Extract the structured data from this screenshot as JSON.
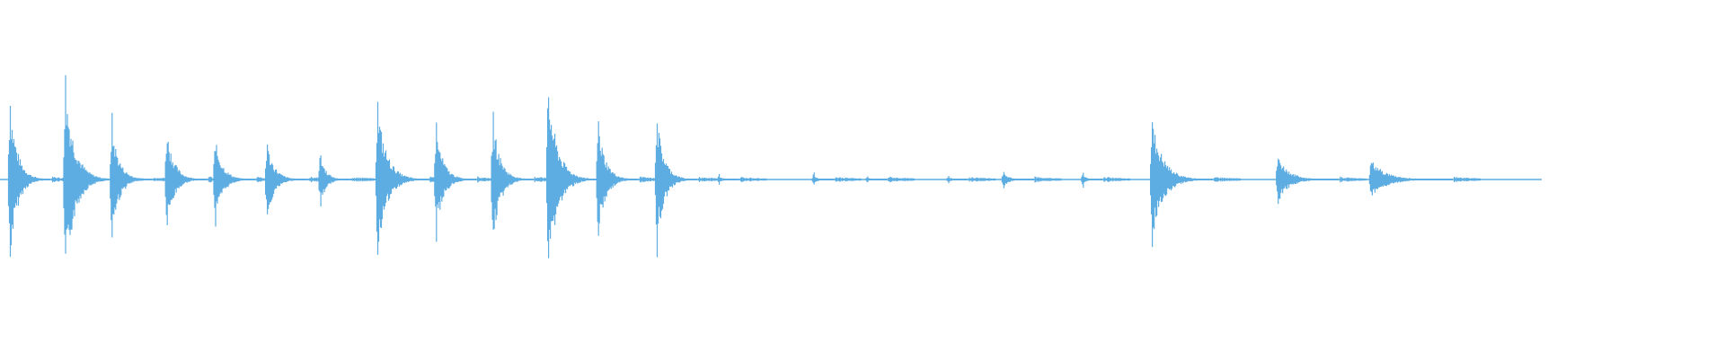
{
  "waveform": {
    "color": "#5dade2",
    "background": "#ffffff",
    "end_fraction": 0.894,
    "bursts": [
      {
        "t": 0.006,
        "peak": 0.81,
        "trough": 0.82,
        "dur": 0.004
      },
      {
        "t": 0.038,
        "peak": 0.95,
        "trough": 1.0,
        "dur": 0.005
      },
      {
        "t": 0.065,
        "peak": 0.56,
        "trough": 0.58,
        "dur": 0.004
      },
      {
        "t": 0.097,
        "peak": 0.5,
        "trough": 0.5,
        "dur": 0.004
      },
      {
        "t": 0.125,
        "peak": 0.41,
        "trough": 0.43,
        "dur": 0.004
      },
      {
        "t": 0.155,
        "peak": 0.37,
        "trough": 0.39,
        "dur": 0.004
      },
      {
        "t": 0.186,
        "peak": 0.27,
        "trough": 0.28,
        "dur": 0.003
      },
      {
        "t": 0.219,
        "peak": 0.72,
        "trough": 0.72,
        "dur": 0.005
      },
      {
        "t": 0.253,
        "peak": 0.52,
        "trough": 0.53,
        "dur": 0.004
      },
      {
        "t": 0.286,
        "peak": 0.61,
        "trough": 0.65,
        "dur": 0.004
      },
      {
        "t": 0.318,
        "peak": 0.89,
        "trough": 0.91,
        "dur": 0.005
      },
      {
        "t": 0.347,
        "peak": 0.57,
        "trough": 0.59,
        "dur": 0.004
      },
      {
        "t": 0.381,
        "peak": 0.64,
        "trough": 0.66,
        "dur": 0.004
      },
      {
        "t": 0.417,
        "peak": 0.05,
        "trough": 0.05,
        "dur": 0.002
      },
      {
        "t": 0.472,
        "peak": 0.06,
        "trough": 0.06,
        "dur": 0.002
      },
      {
        "t": 0.503,
        "peak": 0.03,
        "trough": 0.03,
        "dur": 0.002
      },
      {
        "t": 0.55,
        "peak": 0.04,
        "trough": 0.04,
        "dur": 0.002
      },
      {
        "t": 0.582,
        "peak": 0.08,
        "trough": 0.08,
        "dur": 0.003
      },
      {
        "t": 0.628,
        "peak": 0.07,
        "trough": 0.07,
        "dur": 0.002
      },
      {
        "t": 0.668,
        "peak": 0.56,
        "trough": 0.57,
        "dur": 0.006
      },
      {
        "t": 0.741,
        "peak": 0.22,
        "trough": 0.22,
        "dur": 0.006
      },
      {
        "t": 0.795,
        "peak": 0.18,
        "trough": 0.18,
        "dur": 0.008
      }
    ]
  }
}
